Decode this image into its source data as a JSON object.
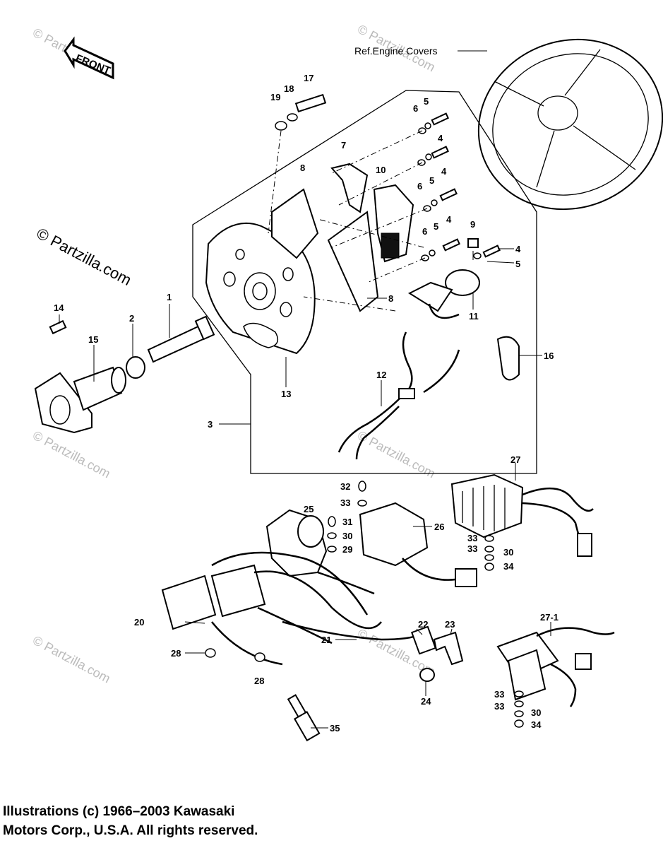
{
  "diagram": {
    "front_label": "FRONT",
    "ref_label": "Ref.Engine Covers",
    "watermark_main": "© Partzilla.com",
    "watermark_faint": "© Partzilla.com",
    "callouts": {
      "c1": "1",
      "c2": "2",
      "c3": "3",
      "c4a": "4",
      "c4b": "4",
      "c4c": "4",
      "c4d": "4",
      "c5a": "5",
      "c5b": "5",
      "c5c": "5",
      "c5d": "5",
      "c6a": "6",
      "c6b": "6",
      "c6c": "6",
      "c7": "7",
      "c8a": "8",
      "c8b": "8",
      "c9": "9",
      "c10": "10",
      "c11": "11",
      "c12": "12",
      "c13": "13",
      "c14": "14",
      "c15": "15",
      "c16": "16",
      "c17": "17",
      "c18": "18",
      "c19": "19",
      "c20": "20",
      "c21": "21",
      "c22": "22",
      "c23": "23",
      "c24": "24",
      "c25": "25",
      "c26": "26",
      "c27": "27",
      "c27_1": "27-1",
      "c28a": "28",
      "c28b": "28",
      "c29": "29",
      "c30a": "30",
      "c30b": "30",
      "c30c": "30",
      "c31": "31",
      "c32": "32",
      "c33a": "33",
      "c33b": "33",
      "c33c": "33",
      "c33d": "33",
      "c33e": "33",
      "c34a": "34",
      "c34b": "34",
      "c35": "35"
    }
  },
  "copyright": {
    "line1": "Illustrations (c) 1966–2003 Kawasaki",
    "line2": "Motors Corp., U.S.A.  All rights reserved."
  }
}
